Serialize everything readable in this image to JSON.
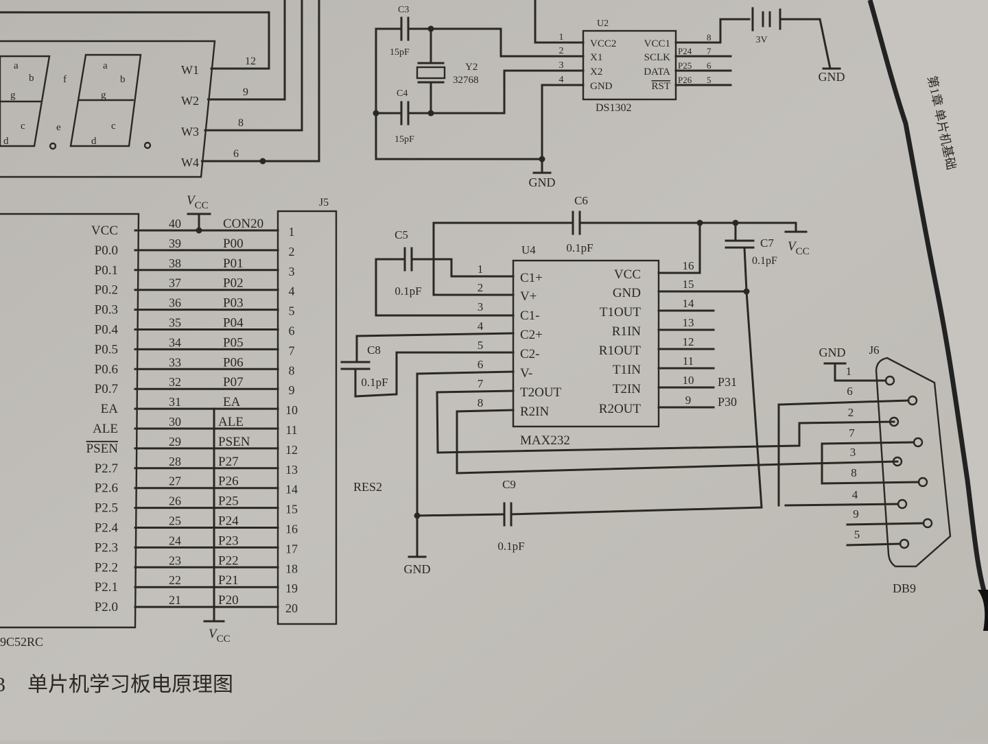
{
  "side_header": "第1章  单片机基础",
  "caption": {
    "figure_number": "3",
    "title": "单片机学习板电原理图"
  },
  "vcc": {
    "main": "V",
    "sub": "CC"
  },
  "gnd_label": "GND",
  "display": {
    "digit1_segments": [
      "a",
      "b",
      "g",
      "c",
      "d"
    ],
    "digit2_segments": [
      "a",
      "b",
      "g",
      "c",
      "d"
    ],
    "between_segments": [
      "f",
      "e"
    ],
    "pins": [
      {
        "name": "W1",
        "num": "12"
      },
      {
        "name": "W2",
        "num": "9"
      },
      {
        "name": "W3",
        "num": "8"
      },
      {
        "name": "W4",
        "num": "6"
      }
    ]
  },
  "ds1302": {
    "ref": "U2",
    "part": "DS1302",
    "left_pins": [
      {
        "num": "1",
        "name": "VCC2"
      },
      {
        "num": "2",
        "name": "X1"
      },
      {
        "num": "3",
        "name": "X2"
      },
      {
        "num": "4",
        "name": "GND"
      }
    ],
    "right_pins": [
      {
        "num": "8",
        "name": "VCC1",
        "net": ""
      },
      {
        "num": "7",
        "name": "SCLK",
        "net": "P24"
      },
      {
        "num": "6",
        "name": "DATA",
        "net": "P25"
      },
      {
        "num": "5",
        "name": "RST",
        "net": "P26"
      }
    ],
    "c3": {
      "ref": "C3",
      "value": "15pF"
    },
    "c4": {
      "ref": "C4",
      "value": "15pF"
    },
    "crystal": {
      "ref": "Y2",
      "value": "32768"
    },
    "battery": "3V"
  },
  "max232": {
    "ref": "U4",
    "part": "MAX232",
    "left_pins": [
      {
        "num": "1",
        "name": "C1+"
      },
      {
        "num": "2",
        "name": "V+"
      },
      {
        "num": "3",
        "name": "C1-"
      },
      {
        "num": "4",
        "name": "C2+"
      },
      {
        "num": "5",
        "name": "C2-"
      },
      {
        "num": "6",
        "name": "V-"
      },
      {
        "num": "7",
        "name": "T2OUT"
      },
      {
        "num": "8",
        "name": "R2IN"
      }
    ],
    "right_pins": [
      {
        "num": "16",
        "name": "VCC",
        "net": ""
      },
      {
        "num": "15",
        "name": "GND",
        "net": ""
      },
      {
        "num": "14",
        "name": "T1OUT",
        "net": ""
      },
      {
        "num": "13",
        "name": "R1IN",
        "net": ""
      },
      {
        "num": "12",
        "name": "R1OUT",
        "net": ""
      },
      {
        "num": "11",
        "name": "T1IN",
        "net": ""
      },
      {
        "num": "10",
        "name": "T2IN",
        "net": "P31"
      },
      {
        "num": "9",
        "name": "R2OUT",
        "net": "P30"
      }
    ],
    "caps": [
      {
        "ref": "C5",
        "value": "0.1pF"
      },
      {
        "ref": "C6",
        "value": "0.1pF"
      },
      {
        "ref": "C7",
        "value": "0.1pF"
      },
      {
        "ref": "C8",
        "value": "0.1pF"
      },
      {
        "ref": "C9",
        "value": "0.1pF"
      }
    ],
    "res_label": "RES2"
  },
  "mcu": {
    "part": "9C52RC",
    "pins": [
      {
        "name": "VCC",
        "num": "40",
        "net": "CON20"
      },
      {
        "name": "P0.0",
        "num": "39",
        "net": "P00"
      },
      {
        "name": "P0.1",
        "num": "38",
        "net": "P01"
      },
      {
        "name": "P0.2",
        "num": "37",
        "net": "P02"
      },
      {
        "name": "P0.3",
        "num": "36",
        "net": "P03"
      },
      {
        "name": "P0.4",
        "num": "35",
        "net": "P04"
      },
      {
        "name": "P0.5",
        "num": "34",
        "net": "P05"
      },
      {
        "name": "P0.6",
        "num": "33",
        "net": "P06"
      },
      {
        "name": "P0.7",
        "num": "32",
        "net": "P07"
      },
      {
        "name": "EA",
        "num": "31",
        "net": "EA"
      },
      {
        "name": "ALE",
        "num": "30",
        "net": "ALE"
      },
      {
        "name": "PSEN",
        "num": "29",
        "net": "PSEN"
      },
      {
        "name": "P2.7",
        "num": "28",
        "net": "P27"
      },
      {
        "name": "P2.6",
        "num": "27",
        "net": "P26"
      },
      {
        "name": "P2.5",
        "num": "26",
        "net": "P25"
      },
      {
        "name": "P2.4",
        "num": "25",
        "net": "P24"
      },
      {
        "name": "P2.3",
        "num": "24",
        "net": "P23"
      },
      {
        "name": "P2.2",
        "num": "23",
        "net": "P22"
      },
      {
        "name": "P2.1",
        "num": "22",
        "net": "P21"
      },
      {
        "name": "P2.0",
        "num": "21",
        "net": "P20"
      }
    ]
  },
  "j5": {
    "ref": "J5",
    "pins": [
      "1",
      "2",
      "3",
      "4",
      "5",
      "6",
      "7",
      "8",
      "9",
      "10",
      "11",
      "12",
      "13",
      "14",
      "15",
      "16",
      "17",
      "18",
      "19",
      "20"
    ]
  },
  "db9": {
    "ref": "J6",
    "part": "DB9",
    "pins": [
      "1",
      "6",
      "2",
      "7",
      "3",
      "8",
      "4",
      "9",
      "5"
    ]
  }
}
